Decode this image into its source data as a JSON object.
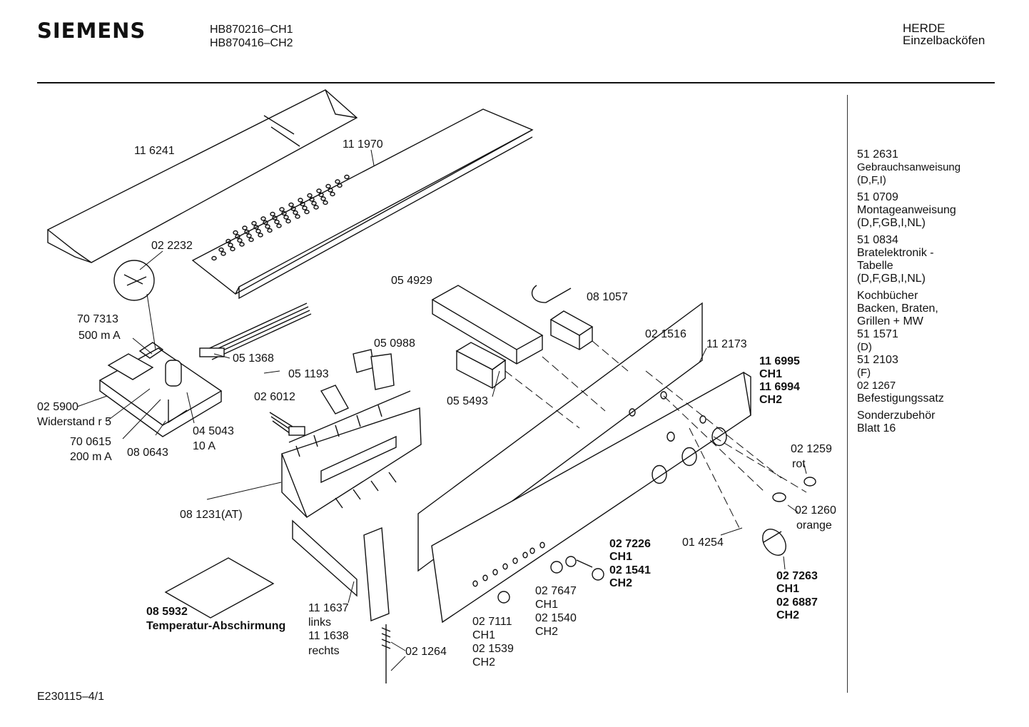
{
  "header": {
    "brand": "SIEMENS",
    "models": [
      "HB870216–CH1",
      "HB870416–CH2"
    ],
    "category": [
      "HERDE",
      "Einzelbacköfen"
    ]
  },
  "footer": {
    "doc_id": "E230115–4/1"
  },
  "callouts": [
    {
      "id": "c116241",
      "text": "11 6241",
      "bold": false
    },
    {
      "id": "c111970",
      "text": "11 1970",
      "bold": false
    },
    {
      "id": "c022232",
      "text": "02 2232",
      "bold": false
    },
    {
      "id": "c707313",
      "text": "70 7313",
      "bold": false
    },
    {
      "id": "c500ma",
      "text": "500 m A",
      "bold": false
    },
    {
      "id": "c051368",
      "text": "05 1368",
      "bold": false
    },
    {
      "id": "c054929",
      "text": "05 4929",
      "bold": false
    },
    {
      "id": "c081057",
      "text": "08 1057",
      "bold": false
    },
    {
      "id": "c050988",
      "text": "05 0988",
      "bold": false
    },
    {
      "id": "c051193",
      "text": "05 1193",
      "bold": false
    },
    {
      "id": "c021516",
      "text": "02 1516",
      "bold": false
    },
    {
      "id": "c112173",
      "text": "11 2173",
      "bold": false
    },
    {
      "id": "c116995",
      "text": "11 6995",
      "bold": true
    },
    {
      "id": "cch1a",
      "text": "CH1",
      "bold": true
    },
    {
      "id": "c116994",
      "text": "11 6994",
      "bold": true
    },
    {
      "id": "cch2a",
      "text": "CH2",
      "bold": true
    },
    {
      "id": "c026012",
      "text": "02 6012",
      "bold": false
    },
    {
      "id": "c055493",
      "text": "05 5493",
      "bold": false
    },
    {
      "id": "c025900",
      "text": "02 5900",
      "bold": false
    },
    {
      "id": "cwiderstand",
      "text": "Widerstand r 5",
      "bold": false
    },
    {
      "id": "c045043",
      "text": "04 5043",
      "bold": false
    },
    {
      "id": "c10a",
      "text": "10 A",
      "bold": false
    },
    {
      "id": "c700615",
      "text": "70 0615",
      "bold": false
    },
    {
      "id": "c200ma",
      "text": "200 m A",
      "bold": false
    },
    {
      "id": "c080643",
      "text": "08 0643",
      "bold": false
    },
    {
      "id": "c021259",
      "text": "02 1259",
      "bold": false
    },
    {
      "id": "crot",
      "text": "rot",
      "bold": false
    },
    {
      "id": "c021260",
      "text": "02 1260",
      "bold": false
    },
    {
      "id": "corange",
      "text": "orange",
      "bold": false
    },
    {
      "id": "c081231",
      "text": "08 1231(AT)",
      "bold": false
    },
    {
      "id": "c014254",
      "text": "01 4254",
      "bold": false
    },
    {
      "id": "c027226",
      "text": "02 7226",
      "bold": true
    },
    {
      "id": "cch1b",
      "text": "CH1",
      "bold": true
    },
    {
      "id": "c021541",
      "text": "02 1541",
      "bold": true
    },
    {
      "id": "cch2b",
      "text": "CH2",
      "bold": true
    },
    {
      "id": "c027263",
      "text": "02 7263",
      "bold": true
    },
    {
      "id": "cch1c",
      "text": "CH1",
      "bold": true
    },
    {
      "id": "c026887",
      "text": "02 6887",
      "bold": true
    },
    {
      "id": "cch2c",
      "text": "CH2",
      "bold": true
    },
    {
      "id": "c027647",
      "text": "02 7647",
      "bold": false
    },
    {
      "id": "cch1d",
      "text": "CH1",
      "bold": false
    },
    {
      "id": "c021540",
      "text": "02 1540",
      "bold": false
    },
    {
      "id": "cch2d",
      "text": "CH2",
      "bold": false
    },
    {
      "id": "c027111",
      "text": "02 7111",
      "bold": false
    },
    {
      "id": "cch1e",
      "text": "CH1",
      "bold": false
    },
    {
      "id": "c021539",
      "text": "02 1539",
      "bold": false
    },
    {
      "id": "cch2e",
      "text": "CH2",
      "bold": false
    },
    {
      "id": "c085932",
      "text": "08 5932",
      "bold": true
    },
    {
      "id": "ctemp",
      "text": "Temperatur-Abschirmung",
      "bold": true
    },
    {
      "id": "c111637",
      "text": "11 1637",
      "bold": false
    },
    {
      "id": "clinks",
      "text": "links",
      "bold": false
    },
    {
      "id": "c111638",
      "text": "11 1638",
      "bold": false
    },
    {
      "id": "crechts",
      "text": "rechts",
      "bold": false
    },
    {
      "id": "c021264",
      "text": "02 1264",
      "bold": false
    }
  ],
  "sidebar": [
    {
      "text": "51 2631",
      "large": true
    },
    {
      "text": "Gebrauchsanweisung",
      "large": false
    },
    {
      "text": "(D,F,I)",
      "large": false
    },
    {
      "text": "51 0709",
      "large": true
    },
    {
      "text": "Montageanweisung",
      "large": true
    },
    {
      "text": "(D,F,GB,I,NL)",
      "large": true
    },
    {
      "text": "51 0834",
      "large": true
    },
    {
      "text": "Bratelektronik -",
      "large": true
    },
    {
      "text": "Tabelle",
      "large": true
    },
    {
      "text": "(D,F,GB,I,NL)",
      "large": true
    },
    {
      "text": "Kochbücher",
      "large": true
    },
    {
      "text": "Backen, Braten,",
      "large": true
    },
    {
      "text": "Grillen + MW",
      "large": true
    },
    {
      "text": "51 1571",
      "large": true
    },
    {
      "text": "(D)",
      "large": false
    },
    {
      "text": "51 2103",
      "large": true
    },
    {
      "text": "(F)",
      "large": false
    },
    {
      "text": "02 1267",
      "large": false
    },
    {
      "text": "Befestigungssatz",
      "large": true
    },
    {
      "text": "Sonderzubehör",
      "large": true
    },
    {
      "text": "Blatt 16",
      "large": true
    }
  ]
}
